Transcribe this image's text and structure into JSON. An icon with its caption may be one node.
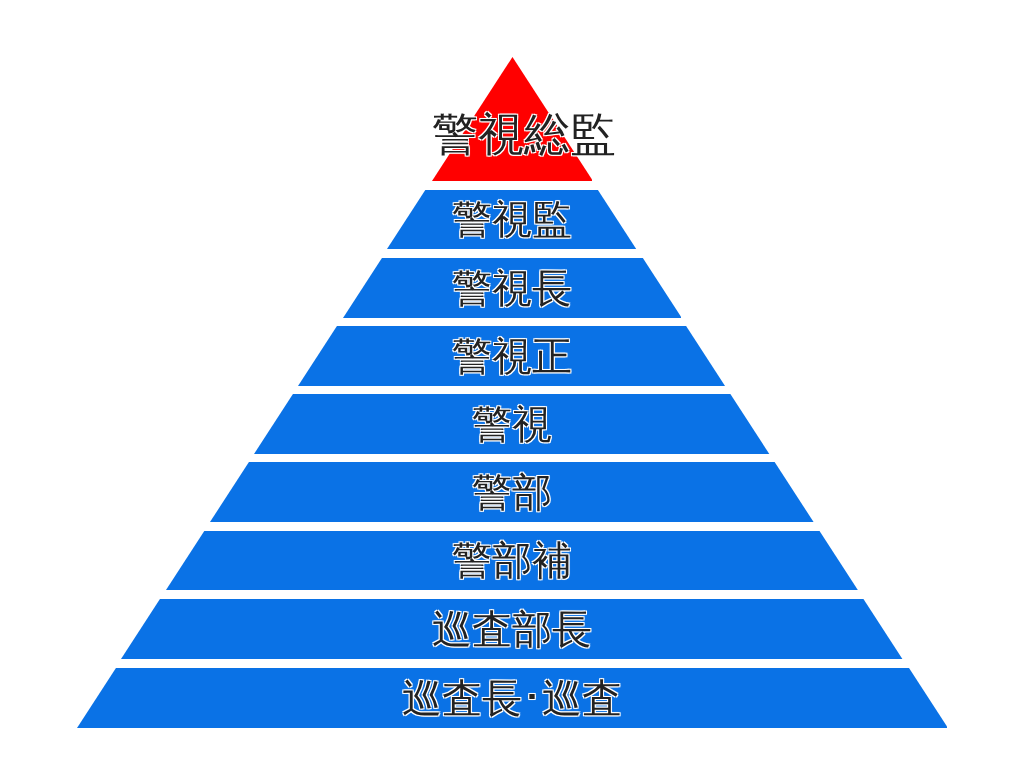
{
  "diagram": {
    "nodes": [
      {
        "text": [
          "警視総監"
        ]
      },
      {
        "text": [
          "警視監"
        ]
      },
      {
        "text": [
          "警視長"
        ]
      },
      {
        "text": [
          "警視正"
        ]
      },
      {
        "text": [
          "警視"
        ]
      },
      {
        "text": [
          "警部"
        ]
      },
      {
        "text": [
          "警部補"
        ]
      },
      {
        "text": [
          "巡査部長"
        ]
      },
      {
        "text": [
          "巡査長･巡査"
        ]
      }
    ]
  }
}
